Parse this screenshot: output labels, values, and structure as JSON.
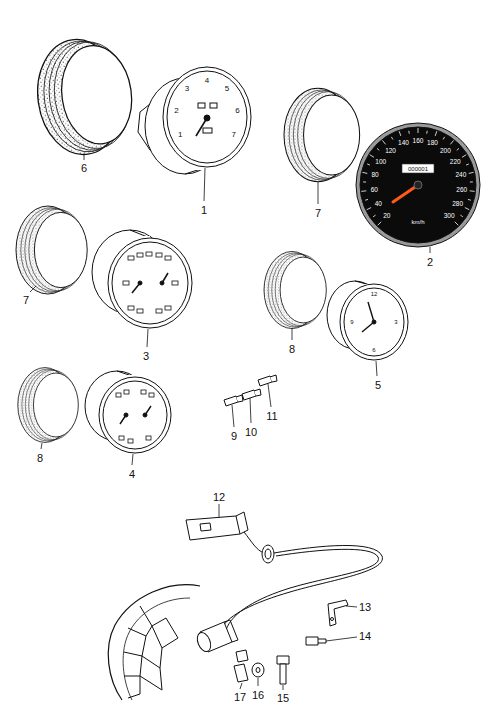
{
  "diagram": {
    "labels": [
      "6",
      "1",
      "7",
      "2",
      "7",
      "3",
      "8",
      "5",
      "8",
      "4",
      "9",
      "10",
      "11",
      "12",
      "13",
      "14",
      "15",
      "16",
      "17",
      "1",
      "2",
      "3",
      "4",
      "5",
      "6",
      "7",
      "20",
      "40",
      "60",
      "80",
      "100",
      "120",
      "140",
      "160",
      "180",
      "200",
      "220",
      "240",
      "260",
      "280",
      "300",
      "km/h",
      "000001",
      "12",
      "3",
      "6",
      "9"
    ]
  }
}
